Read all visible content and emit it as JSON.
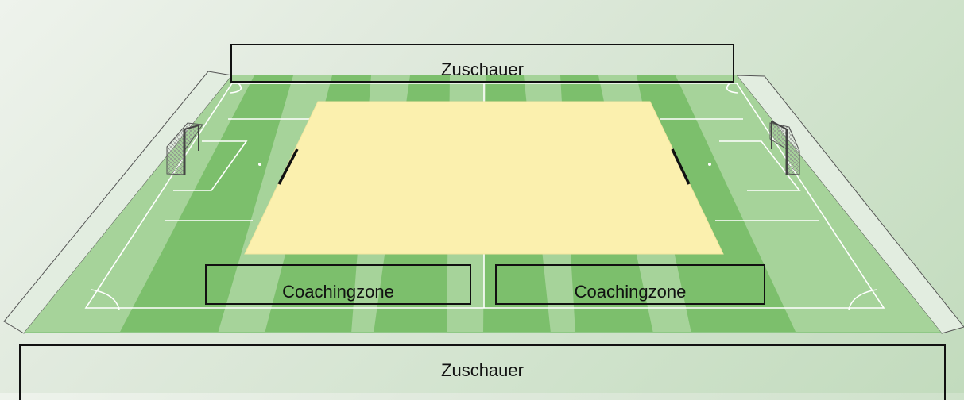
{
  "labels": {
    "spectators_top": "Zuschauer",
    "spectators_bottom": "Zuschauer",
    "coaching_left": "Coachingzone",
    "coaching_right": "Coachingzone"
  },
  "colors": {
    "grass_light": "#a6d39a",
    "grass_dark": "#7cbf6c",
    "court": "#fbf0ae",
    "line": "#ffffff",
    "box_border": "#111111"
  },
  "icons": [
    "goal-left-icon",
    "goal-right-icon"
  ]
}
